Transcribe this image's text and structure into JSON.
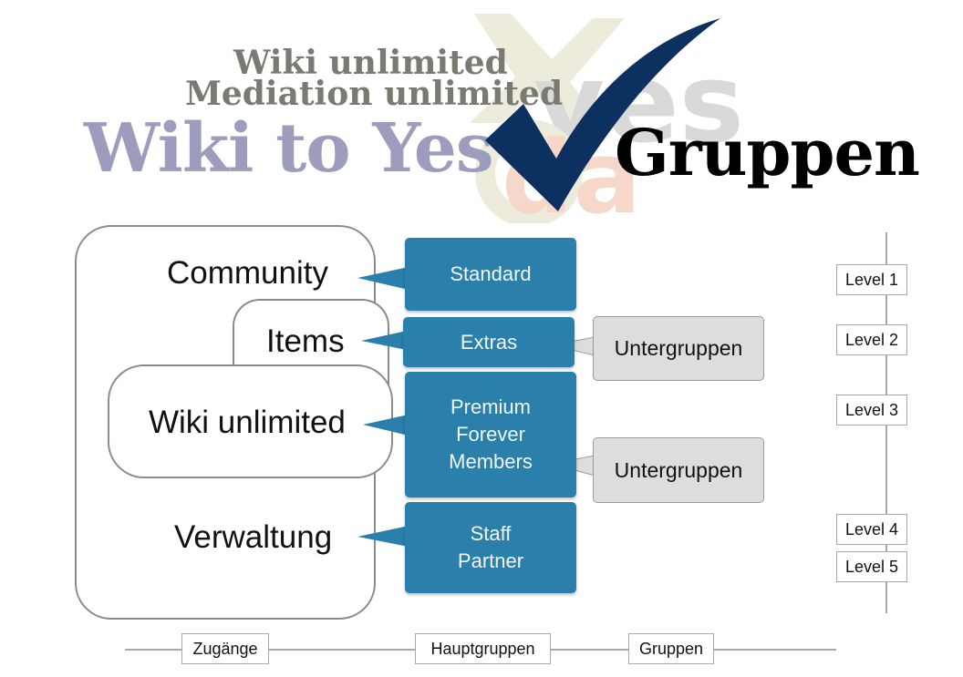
{
  "logo": {
    "line1": "Wiki unlimited",
    "line2": "Mediation unlimited",
    "main": "Wiki to Yes",
    "background_words": [
      "x",
      "yes",
      "si",
      "da"
    ],
    "icon": "checkmark-icon",
    "colors": {
      "line_text": "#7a7a72",
      "main_text": "#9c9cbd",
      "checkmark": "#0c3060"
    }
  },
  "title": "Gruppen",
  "access": {
    "items": [
      {
        "label": "Community"
      },
      {
        "label": "Items"
      },
      {
        "label": "Wiki unlimited"
      },
      {
        "label": "Verwaltung"
      }
    ]
  },
  "main_groups": {
    "color": "#2a7fab",
    "items": [
      {
        "lines": [
          "Standard"
        ]
      },
      {
        "lines": [
          "Extras"
        ]
      },
      {
        "lines": [
          "Premium",
          "Forever",
          "Members"
        ]
      },
      {
        "lines": [
          "Staff",
          "Partner"
        ]
      }
    ]
  },
  "sub_groups": {
    "items": [
      {
        "label": "Untergruppen"
      },
      {
        "label": "Untergruppen"
      }
    ]
  },
  "levels": {
    "items": [
      {
        "label": "Level 1"
      },
      {
        "label": "Level 2"
      },
      {
        "label": "Level 3"
      },
      {
        "label": "Level 4"
      },
      {
        "label": "Level 5"
      }
    ]
  },
  "axis": {
    "items": [
      {
        "label": "Zugänge"
      },
      {
        "label": "Hauptgruppen"
      },
      {
        "label": "Gruppen"
      }
    ]
  }
}
